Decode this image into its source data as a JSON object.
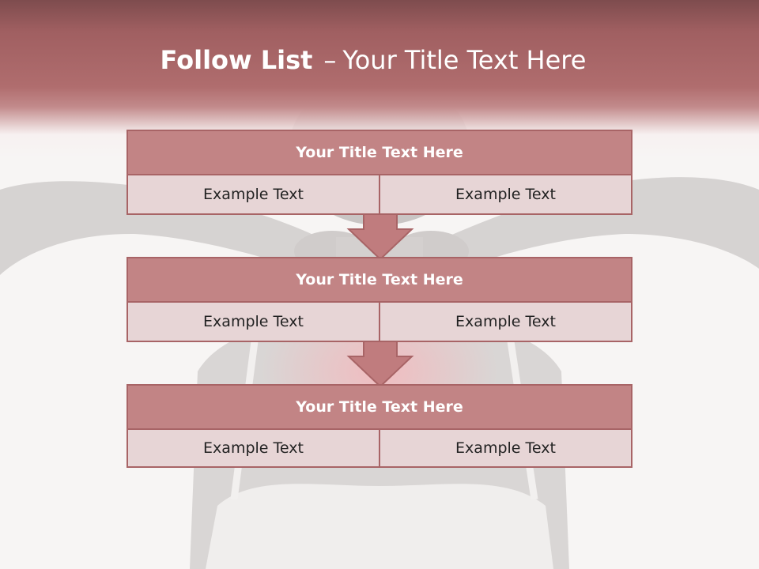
{
  "slide": {
    "title_bold": "Follow List",
    "title_separator": "–",
    "title_rest": "Your Title Text Here"
  },
  "steps": [
    {
      "title": "Your Title Text Here",
      "left": "Example Text",
      "right": "Example Text"
    },
    {
      "title": "Your Title Text Here",
      "left": "Example Text",
      "right": "Example Text"
    },
    {
      "title": "Your Title Text Here",
      "left": "Example Text",
      "right": "Example Text"
    }
  ],
  "colors": {
    "header": "#a86466",
    "box_title_fill": "#c28485",
    "box_cell_fill": "#e7d5d6",
    "box_border": "#a86466",
    "arrow_fill": "#c07c7e"
  },
  "background_image": "woman-back-neck-pain-photo"
}
